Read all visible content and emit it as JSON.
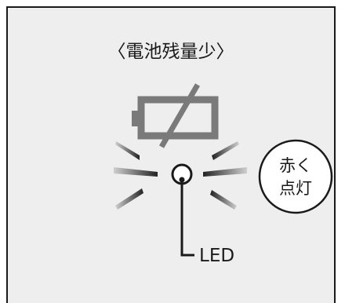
{
  "title": "〈電池残量少〉",
  "indicator": {
    "line1": "赤く",
    "line2": "点灯"
  },
  "led_label": "LED",
  "icons": {
    "battery": "battery-empty-slashed-icon",
    "led": "led-icon",
    "glow": "light-ray-icon"
  }
}
